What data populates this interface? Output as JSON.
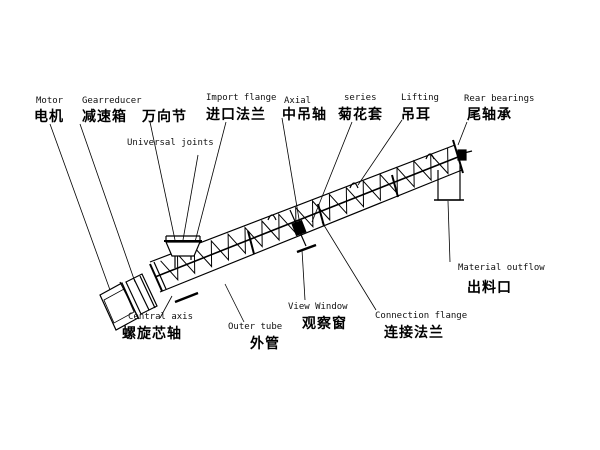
{
  "labels": {
    "motor": {
      "en": "Motor",
      "zh": "电机"
    },
    "gearreducer": {
      "en": "Gearreducer",
      "zh": "减速箱"
    },
    "universal_joints": {
      "en": "Universal joints",
      "zh": "万向节"
    },
    "import_flange": {
      "en": "Import flange",
      "zh": "进口法兰"
    },
    "axial": {
      "en": "Axial",
      "zh": "中吊轴"
    },
    "series": {
      "en": "series",
      "zh": "菊花套"
    },
    "lifting": {
      "en": "Lifting",
      "zh": "吊耳"
    },
    "rear_bearings": {
      "en": "Rear bearings",
      "zh": "尾轴承"
    },
    "material_outflow": {
      "en": "Material outflow",
      "zh": "出料口"
    },
    "central_axis": {
      "en": "Central axis",
      "zh": "螺旋芯轴"
    },
    "outer_tube": {
      "en": "Outer tube",
      "zh": "外管"
    },
    "view_window": {
      "en": "View Window",
      "zh": "观察窗"
    },
    "connection_flange": {
      "en": "Connection flange",
      "zh": "连接法兰"
    }
  }
}
